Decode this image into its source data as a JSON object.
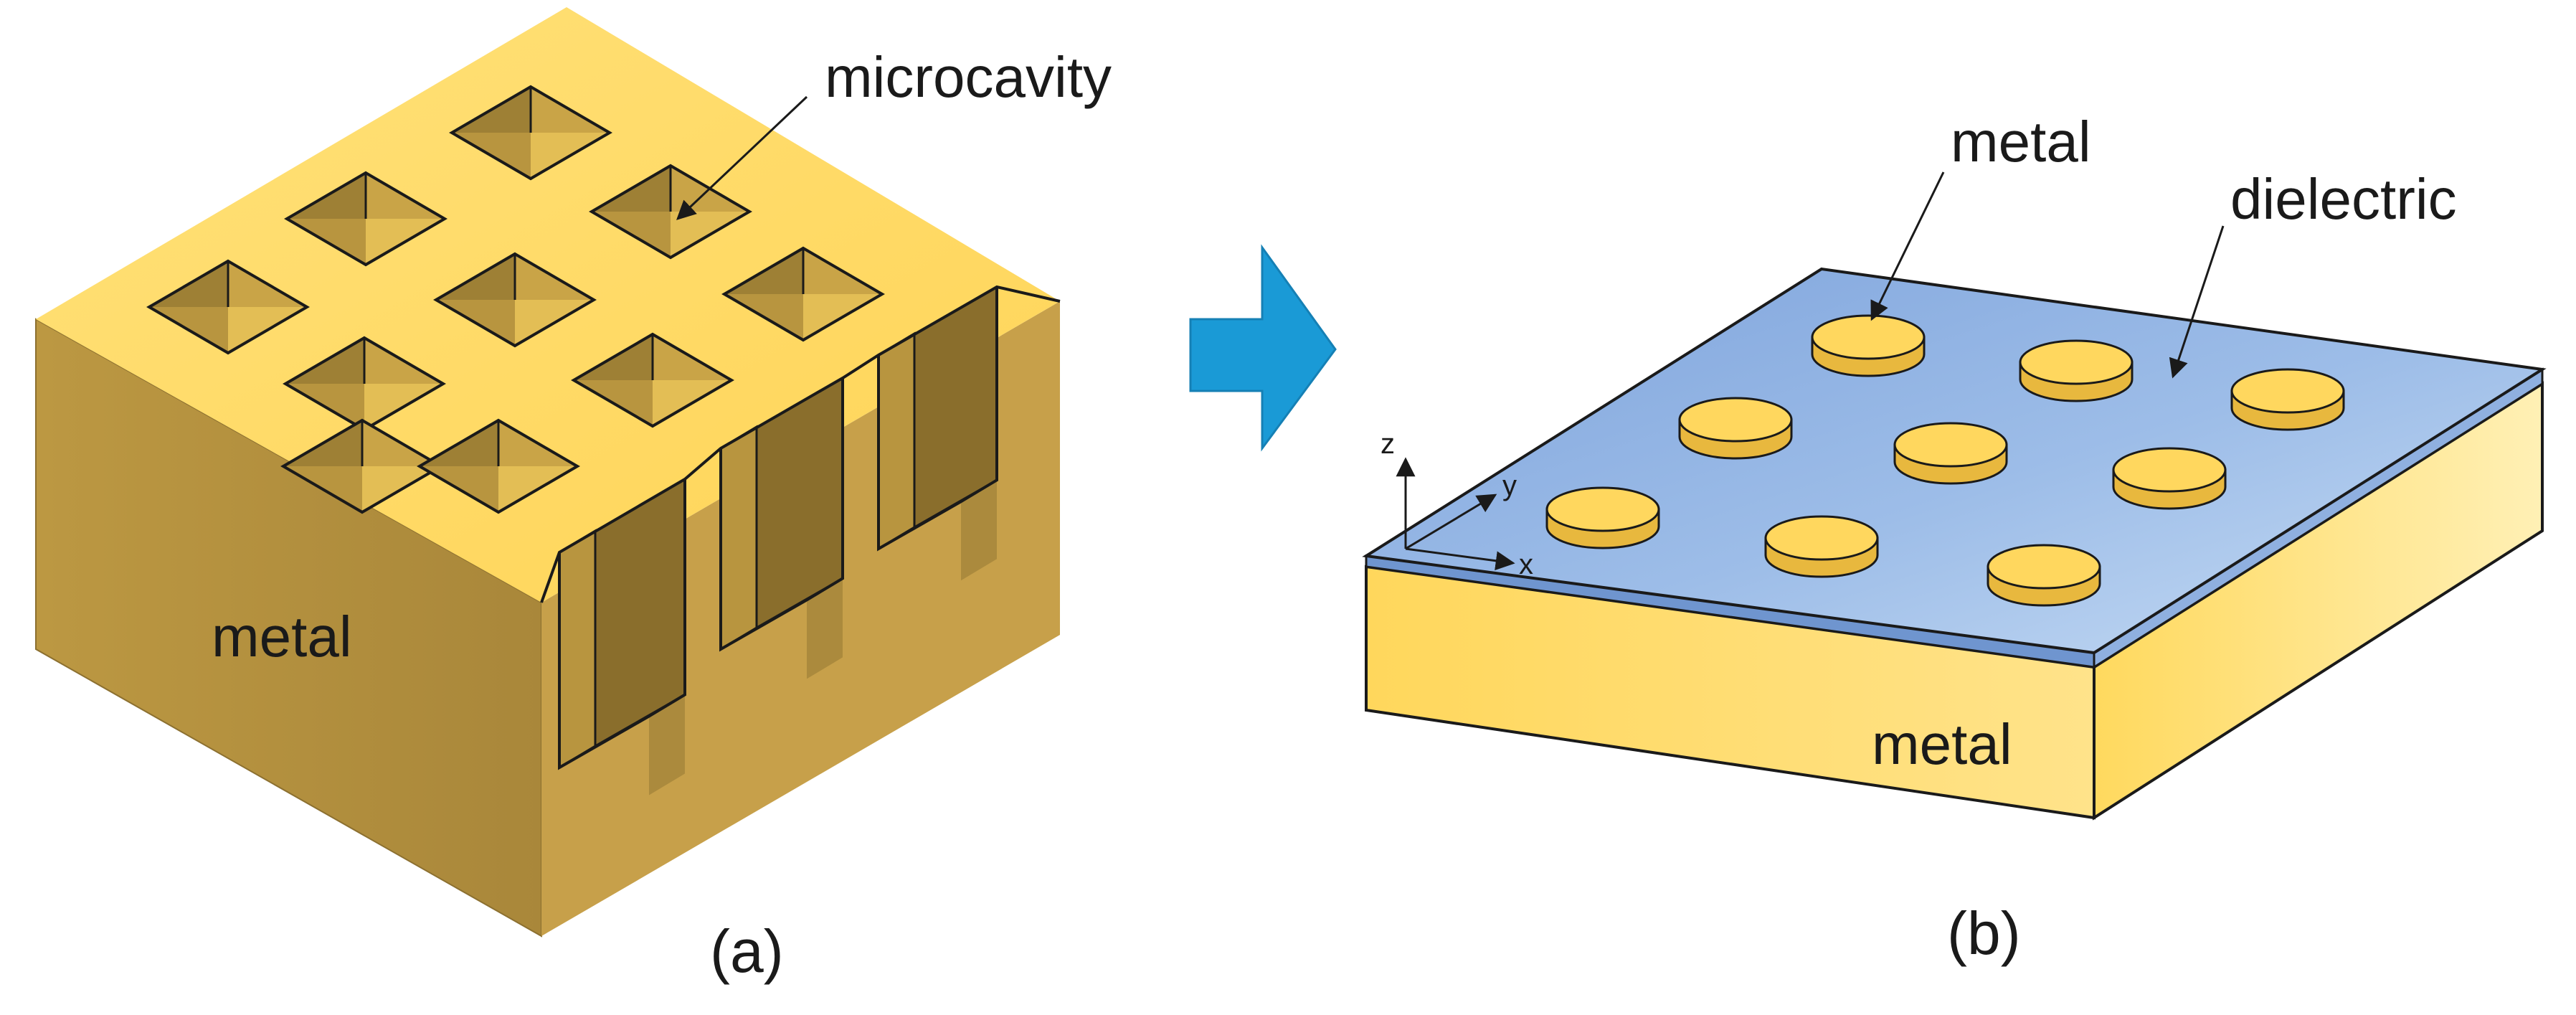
{
  "panel_a": {
    "caption": "(a)",
    "labels": {
      "microcavity": "microcavity",
      "block": "metal"
    },
    "colors": {
      "top": "#FFD75C",
      "front": "#B99640",
      "right": "#C6A04A",
      "cavity_light": "#D8B24F",
      "cavity_dark": "#7C6426"
    }
  },
  "panel_b": {
    "caption": "(b)",
    "labels": {
      "disk": "metal",
      "layer": "dielectric",
      "substrate": "metal"
    },
    "axes": {
      "x": "x",
      "y": "y",
      "z": "z"
    },
    "colors": {
      "dielectric": "#8FB0E0",
      "substrate": "#FFD75C",
      "disk": "#FFD55A"
    }
  },
  "arrow": {
    "color": "#1A9AD6",
    "icon": "right-arrow-icon"
  }
}
